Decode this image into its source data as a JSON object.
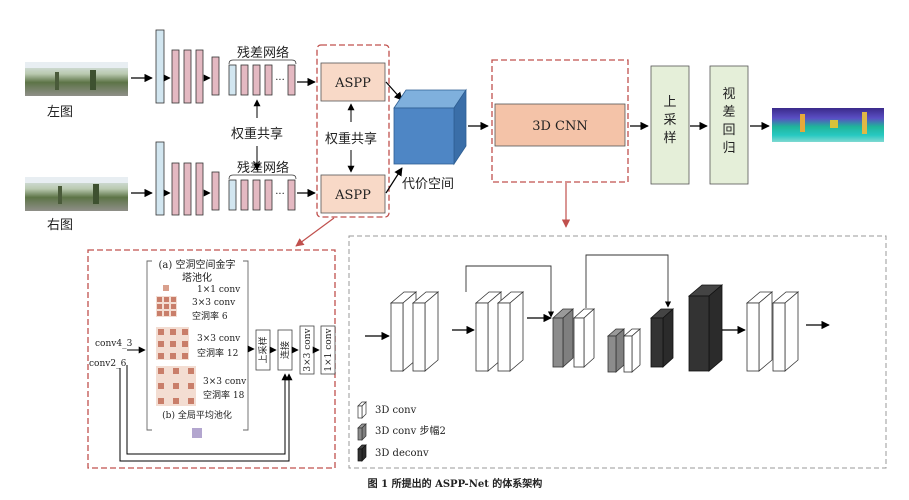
{
  "top": {
    "left_image_label": "左图",
    "right_image_label": "右图",
    "residual_label_top": "残差网络",
    "residual_label_bottom": "残差网络",
    "ellipsis": "···",
    "weight_share_left": "权重共享",
    "weight_share_right": "权重共享",
    "aspp_top": "ASPP",
    "aspp_bottom": "ASPP",
    "cost_volume_label": "代价空间",
    "cnn3d_label": "3D CNN",
    "upsample_label": [
      "上",
      "采",
      "样"
    ],
    "disparity_label": [
      "视",
      "差",
      "回",
      "归"
    ]
  },
  "aspp_detail": {
    "title_line1": "(a) 空洞空间金字",
    "title_line2": "塔池化",
    "conv1x1": "1×1 conv",
    "conv3x3_a": "3×3 conv",
    "rate6": "空洞率 6",
    "conv3x3_b": "3×3 conv",
    "rate12": "空洞率 12",
    "conv3x3_c": "3×3 conv",
    "rate18": "空洞率 18",
    "gap_label": "(b) 全局平均池化",
    "conv4_3": "conv4_3",
    "conv2_6": "conv2_6",
    "upsample_box": "上采样",
    "concat_box": "连接",
    "box3x3": "3×3 conv",
    "box1x1": "1×1 conv"
  },
  "legend": {
    "conv3d": "3D conv",
    "conv3d_stride": "3D conv 步幅2",
    "deconv3d": "3D deconv"
  },
  "caption": "图 1    所提出的 ASPP-Net 的体系架构",
  "colors": {
    "dashed_border": "#c0504d",
    "aspp_fill": "#f8d9c7",
    "cnn_fill": "#f4c3a8",
    "green_fill": "#e5efd9",
    "blue_layer": "#d2e6f0",
    "pink_layer": "#e4b9c2",
    "cube_front": "#4e86c5",
    "gray_block": "#7f7f7f",
    "dark_block": "#333333"
  }
}
